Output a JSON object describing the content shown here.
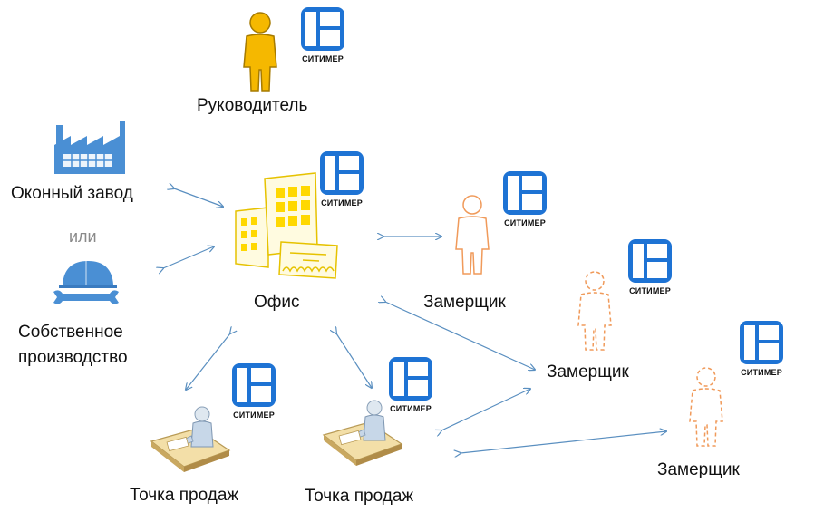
{
  "nodes": {
    "manager": {
      "label": "Руководитель"
    },
    "factory": {
      "label": "Оконный завод"
    },
    "or_text": {
      "label": "или"
    },
    "production": {
      "label_line1": "Собственное",
      "label_line2": "производство"
    },
    "office": {
      "label": "Офис"
    },
    "measurer1": {
      "label": "Замерщик"
    },
    "measurer2": {
      "label": "Замерщик"
    },
    "measurer3": {
      "label": "Замерщик"
    },
    "sales1": {
      "label": "Точка продаж"
    },
    "sales2": {
      "label": "Точка продаж"
    }
  },
  "brand": {
    "name": "СИТИМЕР",
    "color": "#1e73d4"
  },
  "colors": {
    "manager": "#f5b800",
    "office": "#ffd800",
    "measurer": "#f09a5a",
    "factory": "#4a8fd4",
    "arrow": "#5a8fc0"
  }
}
